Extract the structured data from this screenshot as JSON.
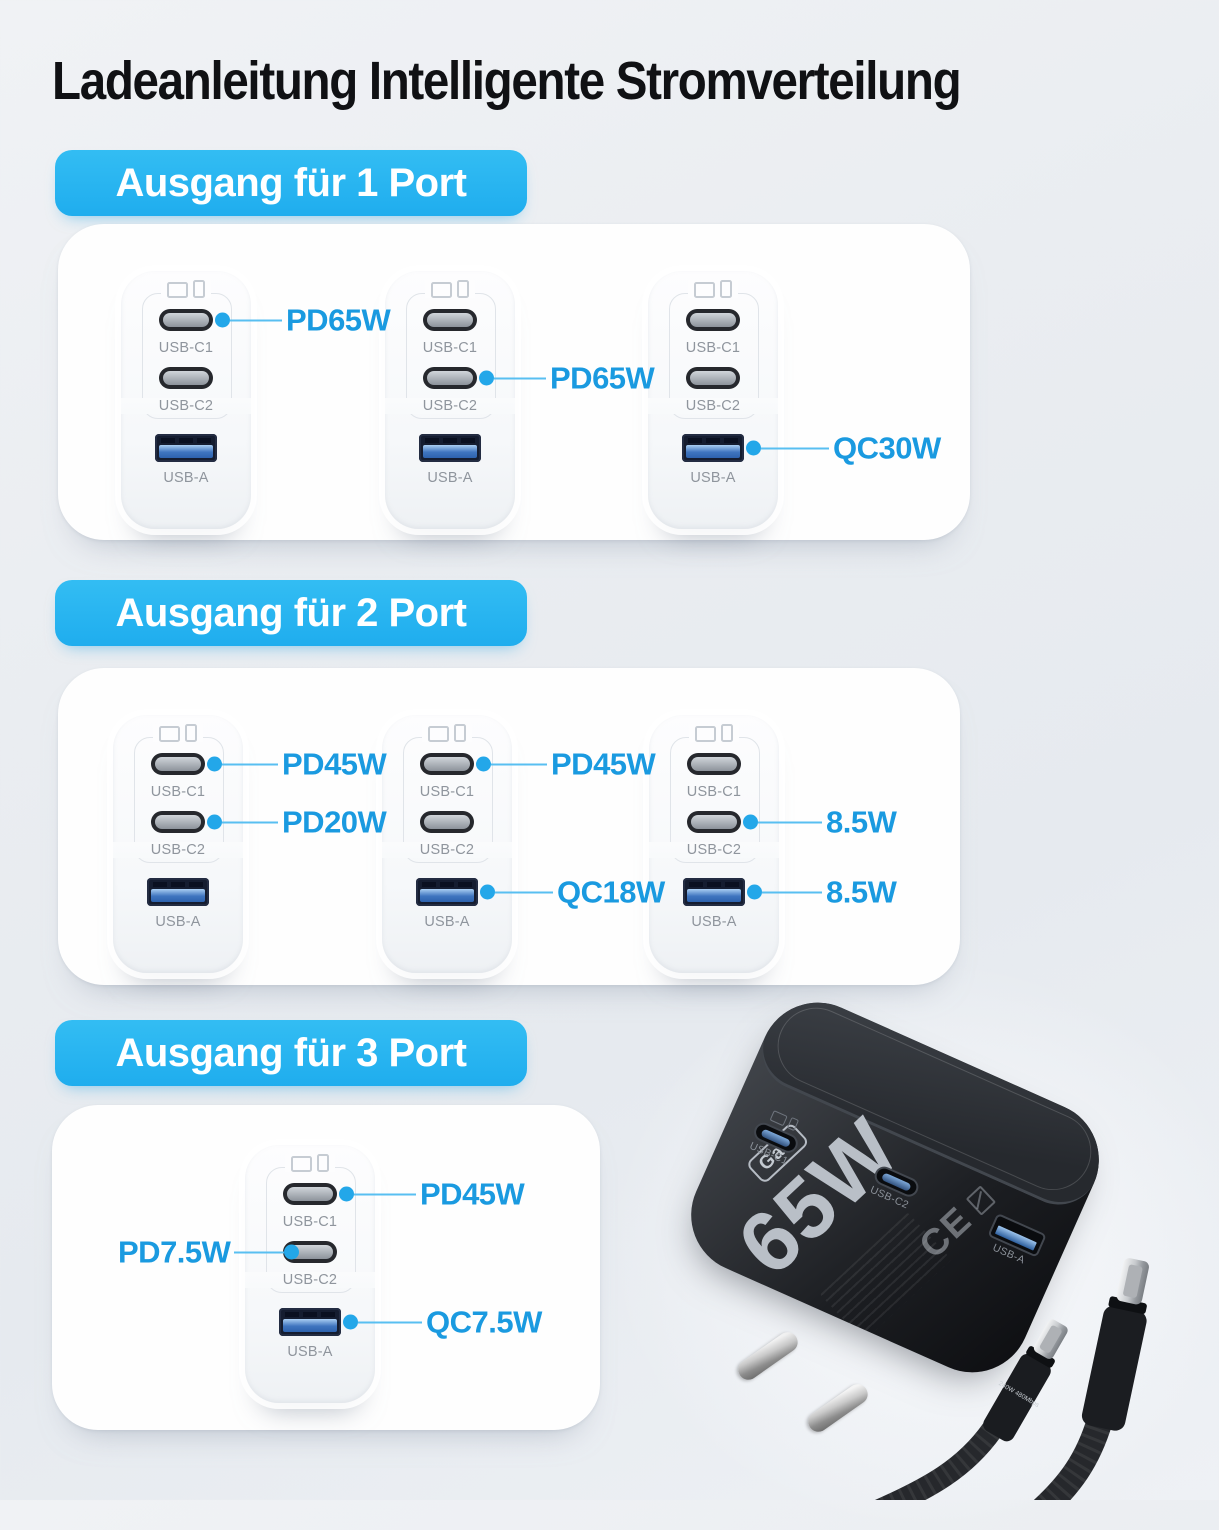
{
  "title": "Ladeanleitung Intelligente Stromverteilung",
  "port_labels": {
    "c1": "USB-C1",
    "c2": "USB-C2",
    "a": "USB-A"
  },
  "sections": [
    {
      "badge": "Ausgang für 1 Port",
      "chargers": [
        {
          "callouts": {
            "c1": "PD65W"
          }
        },
        {
          "callouts": {
            "c2": "PD65W"
          }
        },
        {
          "callouts": {
            "a": "QC30W"
          }
        }
      ]
    },
    {
      "badge": "Ausgang für 2 Port",
      "chargers": [
        {
          "callouts": {
            "c1": "PD45W",
            "c2": "PD20W"
          }
        },
        {
          "callouts": {
            "c1": "PD45W",
            "a": "QC18W"
          }
        },
        {
          "callouts": {
            "c2": "8.5W",
            "a": "8.5W"
          }
        }
      ]
    },
    {
      "badge": "Ausgang für 3 Port",
      "chargers": [
        {
          "callouts": {
            "c1": "PD45W",
            "c2": "PD7.5W",
            "a": "QC7.5W"
          }
        }
      ]
    }
  ],
  "product": {
    "wattage": "65W",
    "tech_badge": "GaN",
    "ce_mark": "CE",
    "cable_label": "240W 480Mbps"
  },
  "colors": {
    "accent_cyan": "#26b3ef",
    "callout_blue": "#1a9ae0",
    "dot_blue": "#23a7e9"
  }
}
